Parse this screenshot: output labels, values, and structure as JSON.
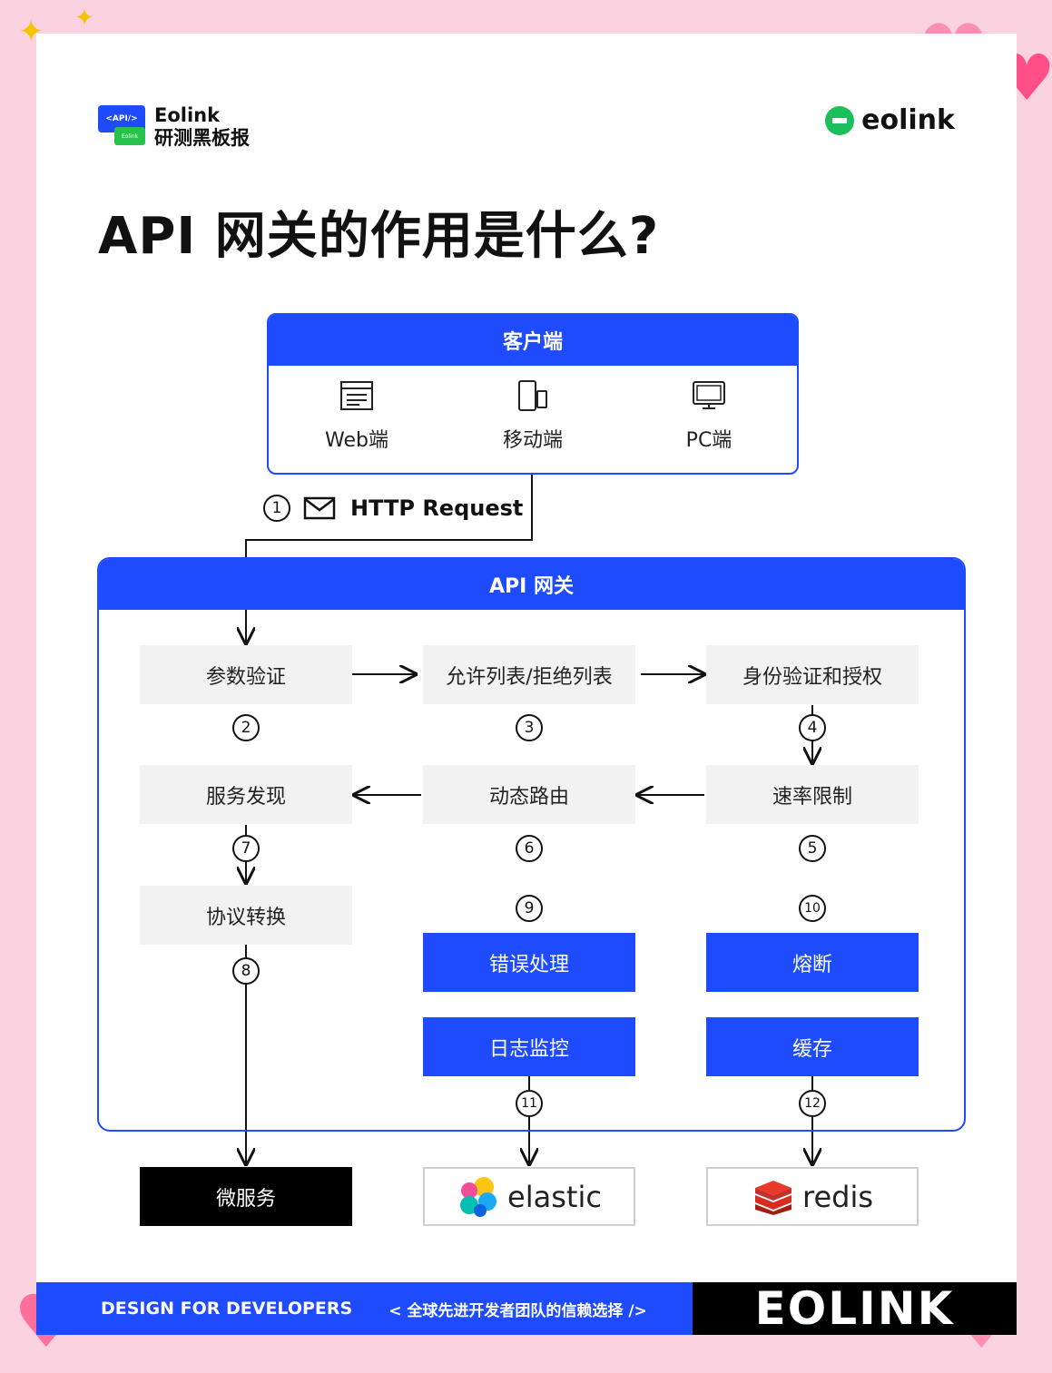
{
  "brand": {
    "badge_top": "<API/>",
    "badge_bottom": "Eolink",
    "name_en": "Eolink",
    "name_cn": "研测黑板报",
    "right_logo": "eolink"
  },
  "title": "API 网关的作用是什么?",
  "clients": {
    "header": "客户端",
    "items": [
      {
        "label": "Web端",
        "icon": "browser-window-icon"
      },
      {
        "label": "移动端",
        "icon": "mobile-devices-icon"
      },
      {
        "label": "PC端",
        "icon": "desktop-monitor-icon"
      }
    ]
  },
  "request": {
    "num": "1",
    "label": "HTTP Request",
    "icon": "envelope-icon"
  },
  "gateway": {
    "header": "API 网关",
    "steps": {
      "param": "参数验证",
      "allow": "允许列表/拒绝列表",
      "auth": "身份验证和授权",
      "discover": "服务发现",
      "route": "动态路由",
      "rate": "速率限制",
      "protocol": "协议转换",
      "error": "错误处理",
      "breaker": "熔断",
      "log": "日志监控",
      "cache": "缓存"
    },
    "nums": {
      "n2": "2",
      "n3": "3",
      "n4": "4",
      "n5": "5",
      "n6": "6",
      "n7": "7",
      "n8": "8",
      "n9": "9",
      "n10": "10",
      "n11": "11",
      "n12": "12"
    }
  },
  "outputs": {
    "micro": "微服务",
    "elastic": "elastic",
    "redis": "redis"
  },
  "footer": {
    "left": "DESIGN FOR DEVELOPERS",
    "middle": "< 全球先进开发者团队的信赖选择 />",
    "brand": "EOLINK"
  },
  "colors": {
    "primary": "#1f4bff",
    "green": "#27c24c",
    "box": "#f2f2f2"
  }
}
